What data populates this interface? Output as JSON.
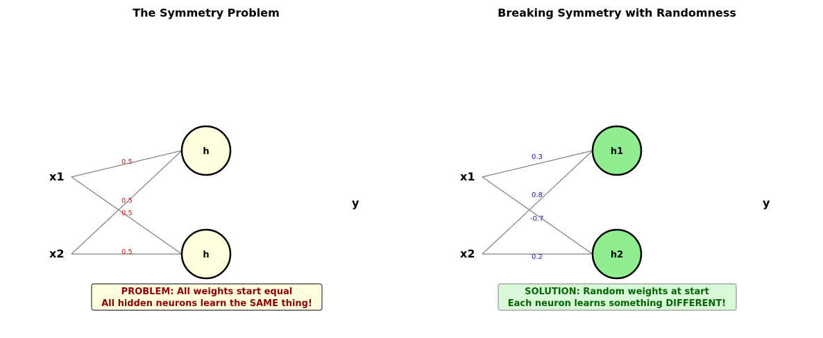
{
  "panels": [
    {
      "title": "The Symmetry Problem",
      "inputs": [
        "x1",
        "x2"
      ],
      "hidden": [
        "h",
        "h"
      ],
      "output": "y",
      "node_color": "#ffffe0",
      "weight_color": "#cc2222",
      "weights": [
        "0.5",
        "0.5",
        "0.5",
        "0.5"
      ],
      "message": {
        "line1": "PROBLEM: All weights start equal",
        "line2": "All hidden neurons learn the SAME thing!",
        "text_color": "#8b0000",
        "fill": "#ffffe0",
        "border": "#333333"
      }
    },
    {
      "title": "Breaking Symmetry with Randomness",
      "inputs": [
        "x1",
        "x2"
      ],
      "hidden": [
        "h1",
        "h2"
      ],
      "output": "y",
      "node_color": "#90ee90",
      "weight_color": "#1a1aaa",
      "weights": [
        "0.3",
        "0.8",
        "-0.7",
        "0.2"
      ],
      "message": {
        "line1": "SOLUTION: Random weights at start",
        "line2": "Each neuron learns something DIFFERENT!",
        "text_color": "#006400",
        "fill": "#d8f8d8",
        "border": "#999999"
      }
    }
  ]
}
